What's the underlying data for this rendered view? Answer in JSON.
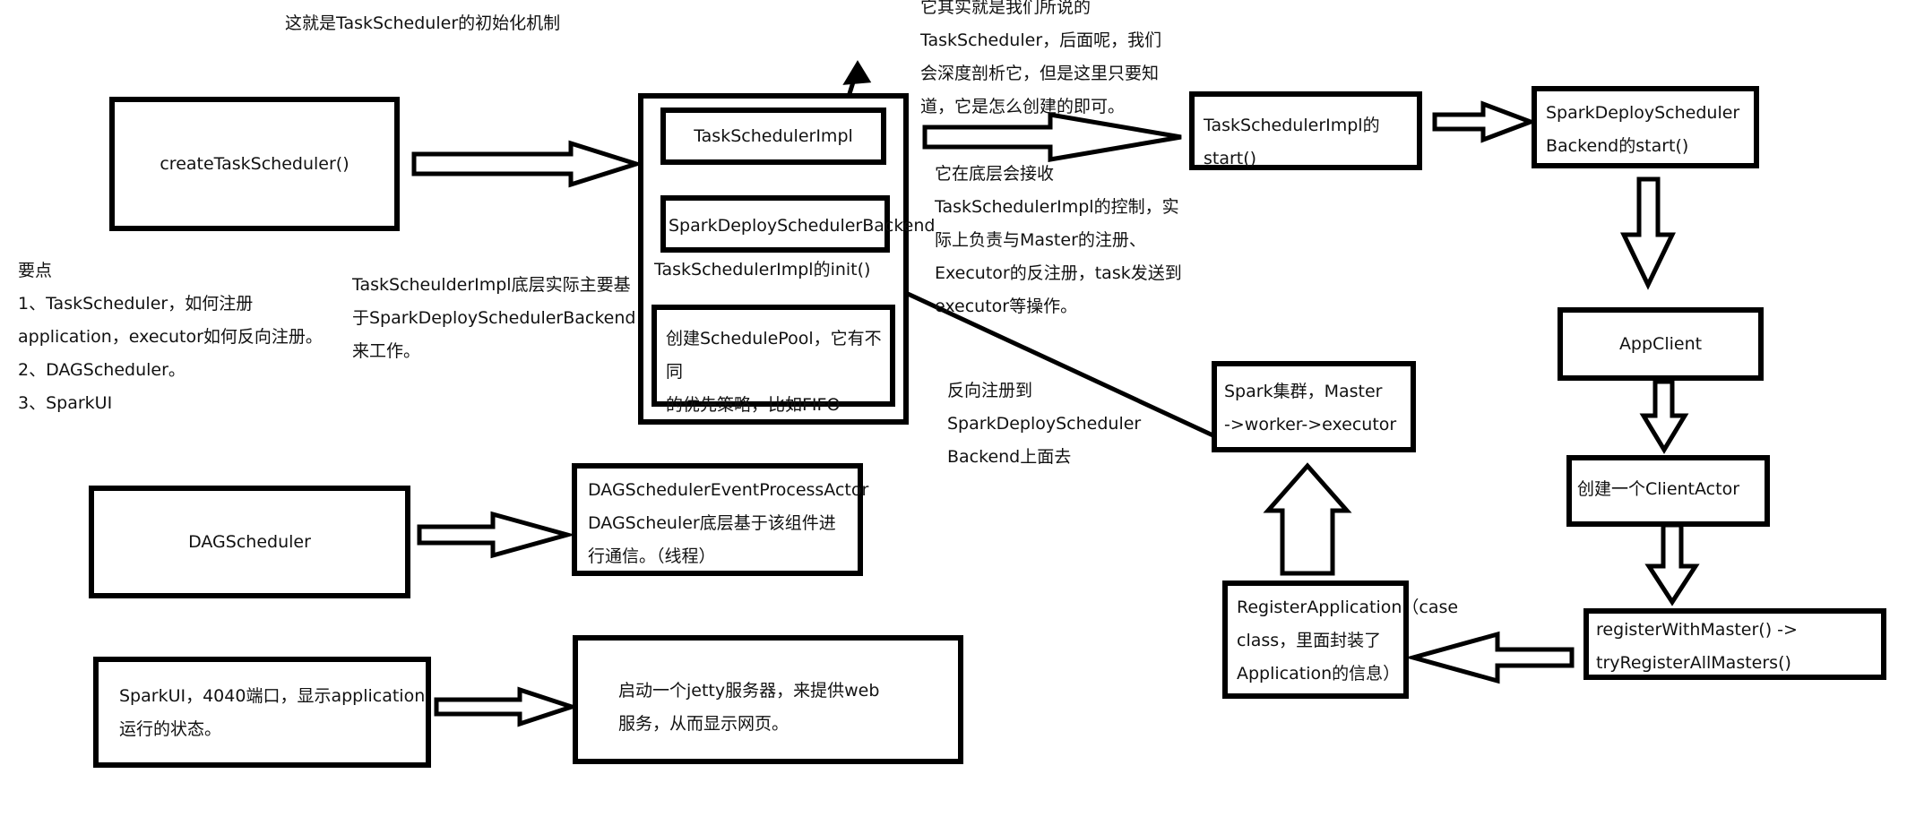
{
  "title": "这就是TaskScheduler的初始化机制",
  "boxes": {
    "create_ts": "createTaskScheduler()",
    "ts_impl": "TaskSchedulerImpl",
    "spark_deploy_backend": "SparkDeploySchedulerBackend",
    "init": "TaskSchedulerImpl的init()",
    "schedule_pool": "创建SchedulePool，它有不同\n的优先策略，比如FIFO",
    "ts_impl_start": "TaskSchedulerImpl的start()",
    "backend_start": "SparkDeployScheduler\nBackend的start()",
    "app_client": "AppClient",
    "client_actor": "创建一个ClientActor",
    "register_with_master": "registerWithMaster() ->\ntryRegisterAllMasters()",
    "register_app": "RegisterApplication（case\nclass，里面封装了\nApplication的信息）",
    "spark_cluster": "Spark集群，Master\n->worker->executor",
    "dag_scheduler": "DAGScheduler",
    "dag_actor": "DAGSchedulerEventProcessActor\n DAGScheuler底层基于该组件进\n 行通信。（线程）",
    "spark_ui": "SparkUI，4040端口，显示application\n运行的状态。",
    "jetty": "启动一个jetty服务器，来提供web\n服务，从而显示网页。"
  },
  "notes": {
    "top_annotation": "它其实就是我们所说的\nTaskScheduler，后面呢，我们\n会深度剖析它，但是这里只要知\n道，它是怎么创建的即可。",
    "backend_annotation": "它在底层会接收\nTaskSchedulerImpl的控制，实\n际上负责与Master的注册、\nExecutor的反注册，task发送到\nexecutor等操作。",
    "reverse_register": "反向注册到\nSparkDeployScheduler\nBackend上面去",
    "impl_based_on": "TaskScheulderImpl底层实际主要基\n于SparkDeploySchedulerBackend\n来工作。",
    "key_points": "要点\n1、TaskScheduler，如何注册\napplication，executor如何反向注册。\n2、DAGScheduler。\n3、SparkUI"
  },
  "colors": {
    "stroke": "#000000",
    "background": "#ffffff",
    "text": "#111111"
  }
}
